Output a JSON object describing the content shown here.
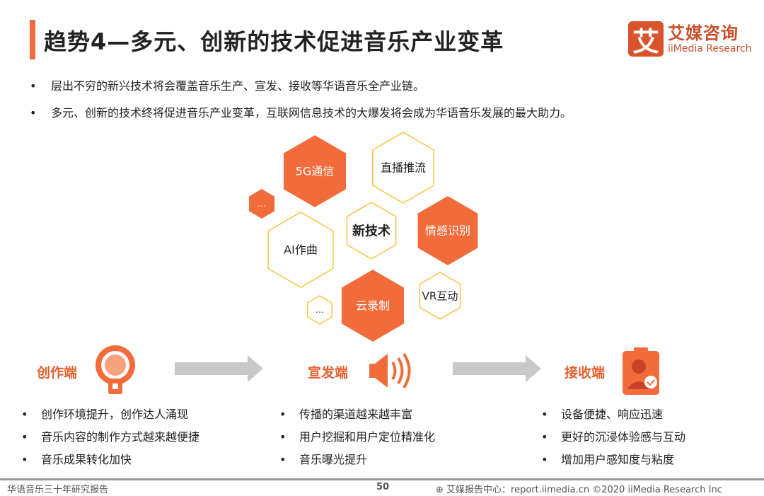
{
  "title": "趋势4—多元、创新的技术促进音乐产业变革",
  "logo": {
    "mark": "艾",
    "cn": "艾媒咨询",
    "en": "iiMedia Research"
  },
  "bullets": [
    "层出不穷的新兴技术将会覆盖音乐生产、宣发、接收等华语音乐全产业链。",
    "多元、创新的技术终将促进音乐产业变革，互联网信息技术的大爆发将会成为华语音乐发展的最大助力。"
  ],
  "hexes": {
    "h5g": "5G通信",
    "live": "直播推流",
    "more1": "…",
    "ai": "AI作曲",
    "center": "新技术",
    "emotion": "情感识别",
    "vr": "VR互动",
    "cloud": "云录制",
    "more2": "…"
  },
  "stages": [
    {
      "label": "创作端",
      "items": [
        "创作环境提升，创作达人涌现",
        "音乐内容的制作方式越来越便捷",
        "音乐成果转化加快"
      ]
    },
    {
      "label": "宣发端",
      "items": [
        "传播的渠道越来越丰富",
        "用户挖掘和用户定位精准化",
        "音乐曝光提升"
      ]
    },
    {
      "label": "接收端",
      "items": [
        "设备便捷、响应迅速",
        "更好的沉浸体验感与互动",
        "增加用户感知度与粘度"
      ]
    }
  ],
  "footer": {
    "left": "华语音乐三十年研究报告",
    "page": "50",
    "right": "艾媒报告中心：report.iimedia.cn  ©2020  iiMedia Research  Inc"
  },
  "colors": {
    "accent": "#f26b3a",
    "outline": "#f5c342"
  }
}
